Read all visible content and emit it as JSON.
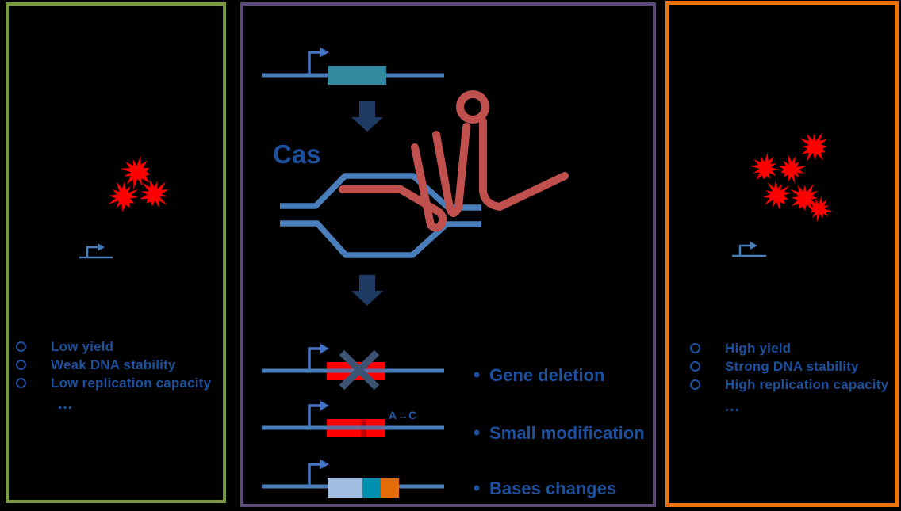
{
  "panels": {
    "left": {
      "bullet_style": "circle-outline",
      "bullets": [
        "Low yield",
        "Weak DNA stability",
        "Low replication capacity"
      ],
      "ellipsis": "…"
    },
    "middle": {
      "cas_label": "Cas",
      "mutation_label": "A→C",
      "bullet_style": "dot",
      "outcomes": [
        "Gene deletion",
        "Small modification",
        "Bases changes"
      ]
    },
    "right": {
      "bullet_style": "circle-outline",
      "bullets": [
        "High yield",
        "Strong DNA stability",
        "High replication capacity"
      ],
      "ellipsis": "…"
    }
  },
  "colors": {
    "background": "#000000",
    "left_border": "#7A9A40",
    "middle_border": "#5B4A78",
    "right_border": "#E9750E",
    "dna_blue": "#4A7EBB",
    "gene_teal": "#318AA0",
    "arrow_navy": "#1F3A63",
    "text_blue": "#1C509E",
    "grna_red": "#C0504D",
    "burst_red": "#FF0000",
    "deleted_gene_red": "#FF0000",
    "point_mutation_red": "#C00000",
    "cross_slate": "#3C5474",
    "base_light_blue": "#A0BFE0",
    "base_teal": "#0090B0",
    "base_orange": "#E26C0A"
  }
}
